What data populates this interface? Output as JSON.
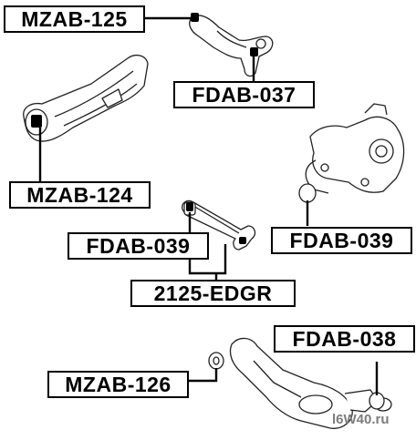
{
  "diagram": {
    "labels": {
      "mzab_125": "MZAB-125",
      "fdab_037": "FDAB-037",
      "mzab_124": "MZAB-124",
      "fdab_039_left": "FDAB-039",
      "fdab_039_right": "FDAB-039",
      "edgr_2125": "2125-EDGR",
      "fdab_038": "FDAB-038",
      "mzab_126": "MZAB-126"
    },
    "colors": {
      "ink": "#000000",
      "part_fill": "#ffffff",
      "part_stroke": "#222222",
      "bushing": "#000000",
      "watermark": "#7d7d7d"
    }
  },
  "watermark": {
    "text": "l6W40.ru"
  }
}
